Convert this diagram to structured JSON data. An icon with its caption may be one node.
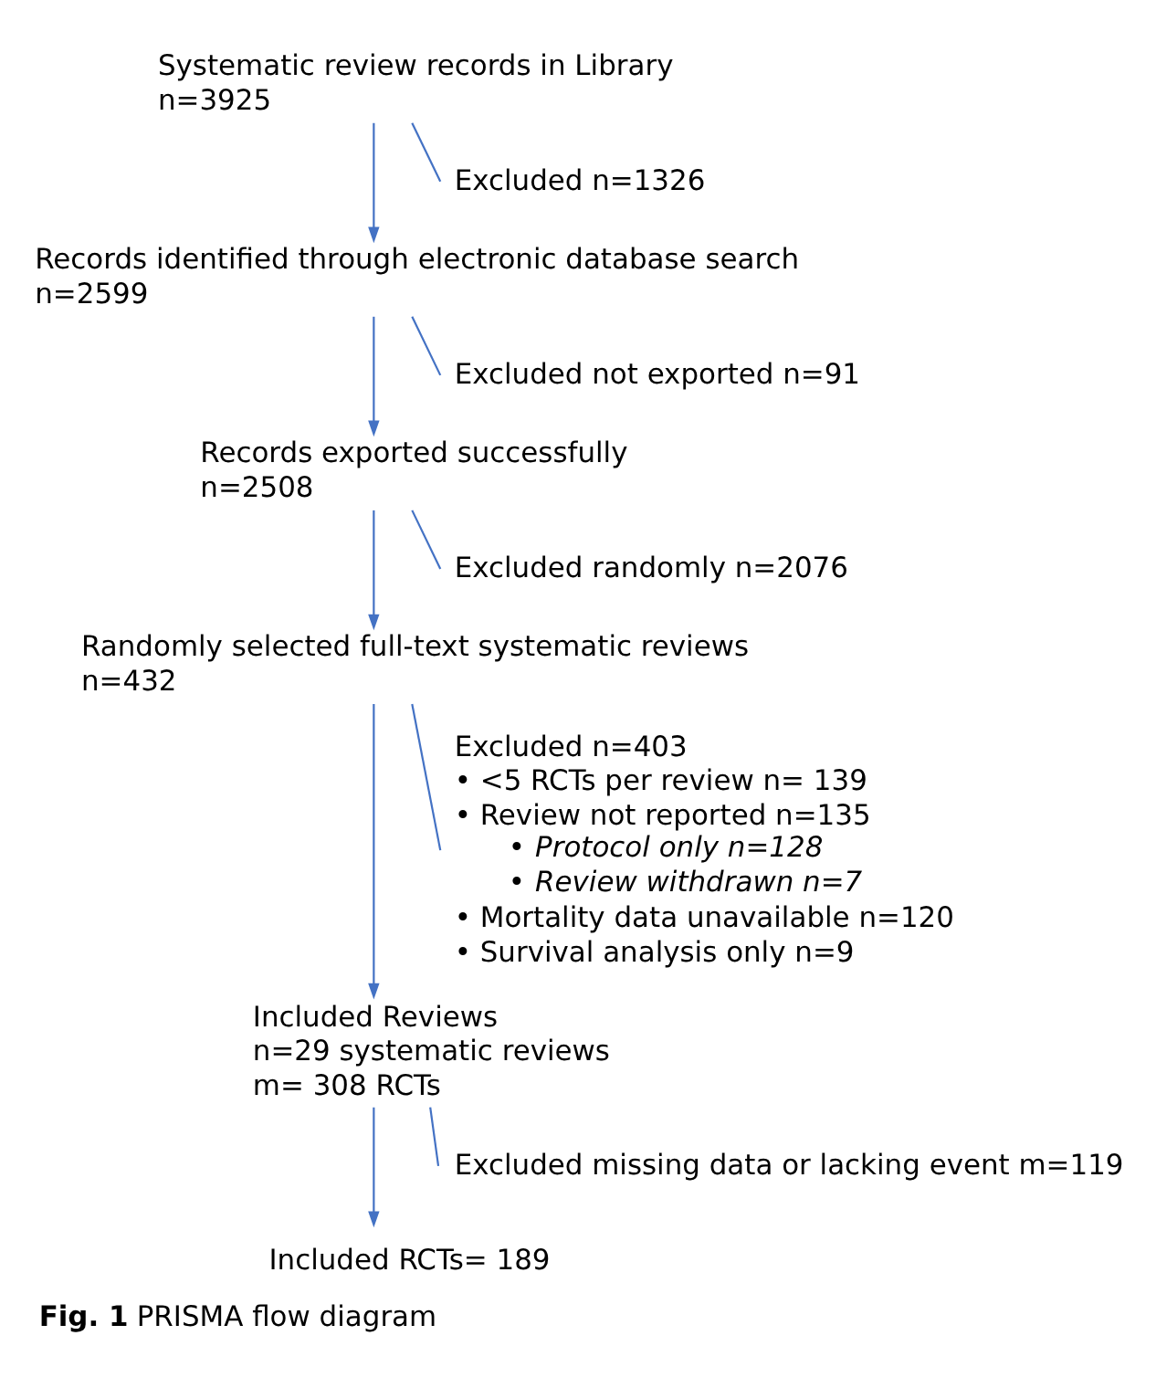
{
  "diagram": {
    "caption": "**Fig. 1** PRISMA flow diagram",
    "nodes": [
      {
        "text": [
          "Systematic review records in Library",
          "n=3925"
        ]
      },
      {
        "text": [
          "Excluded n=1326"
        ]
      },
      {
        "text": [
          "Records identified through electronic database search",
          "n=2599"
        ]
      },
      {
        "text": [
          "Excluded not exported n=91"
        ]
      },
      {
        "text": [
          "Records exported successfully",
          "n=2508"
        ]
      },
      {
        "text": [
          "Excluded randomly n=2076"
        ]
      },
      {
        "text": [
          "Randomly selected full-text systematic reviews",
          "n=432"
        ]
      },
      {
        "text": [
          "Excluded n=403",
          "• <5 RCTs per review n= 139",
          "• Review not reported n=135",
          "• *Protocol only n=128*",
          "• *Review withdrawn n=7*",
          "• Mortality data unavailable n=120",
          "• Survival analysis only n=9"
        ]
      },
      {
        "text": [
          "Included Reviews",
          "n=29 systematic reviews",
          "m= 308 RCTs"
        ]
      },
      {
        "text": [
          "Excluded missing data or lacking event m=119"
        ]
      },
      {
        "text": [
          "Included RCTs= 189"
        ]
      }
    ],
    "edges": [
      {
        "from": 0,
        "to": 2,
        "arrow": "to"
      },
      {
        "from": 0,
        "to": 1,
        "arrow": "none"
      },
      {
        "from": 2,
        "to": 4,
        "arrow": "to"
      },
      {
        "from": 2,
        "to": 3,
        "arrow": "none"
      },
      {
        "from": 4,
        "to": 6,
        "arrow": "to"
      },
      {
        "from": 4,
        "to": 5,
        "arrow": "none"
      },
      {
        "from": 6,
        "to": 8,
        "arrow": "to"
      },
      {
        "from": 6,
        "to": 7,
        "arrow": "none"
      },
      {
        "from": 8,
        "to": 10,
        "arrow": "to"
      },
      {
        "from": 8,
        "to": 9,
        "arrow": "none"
      }
    ]
  }
}
